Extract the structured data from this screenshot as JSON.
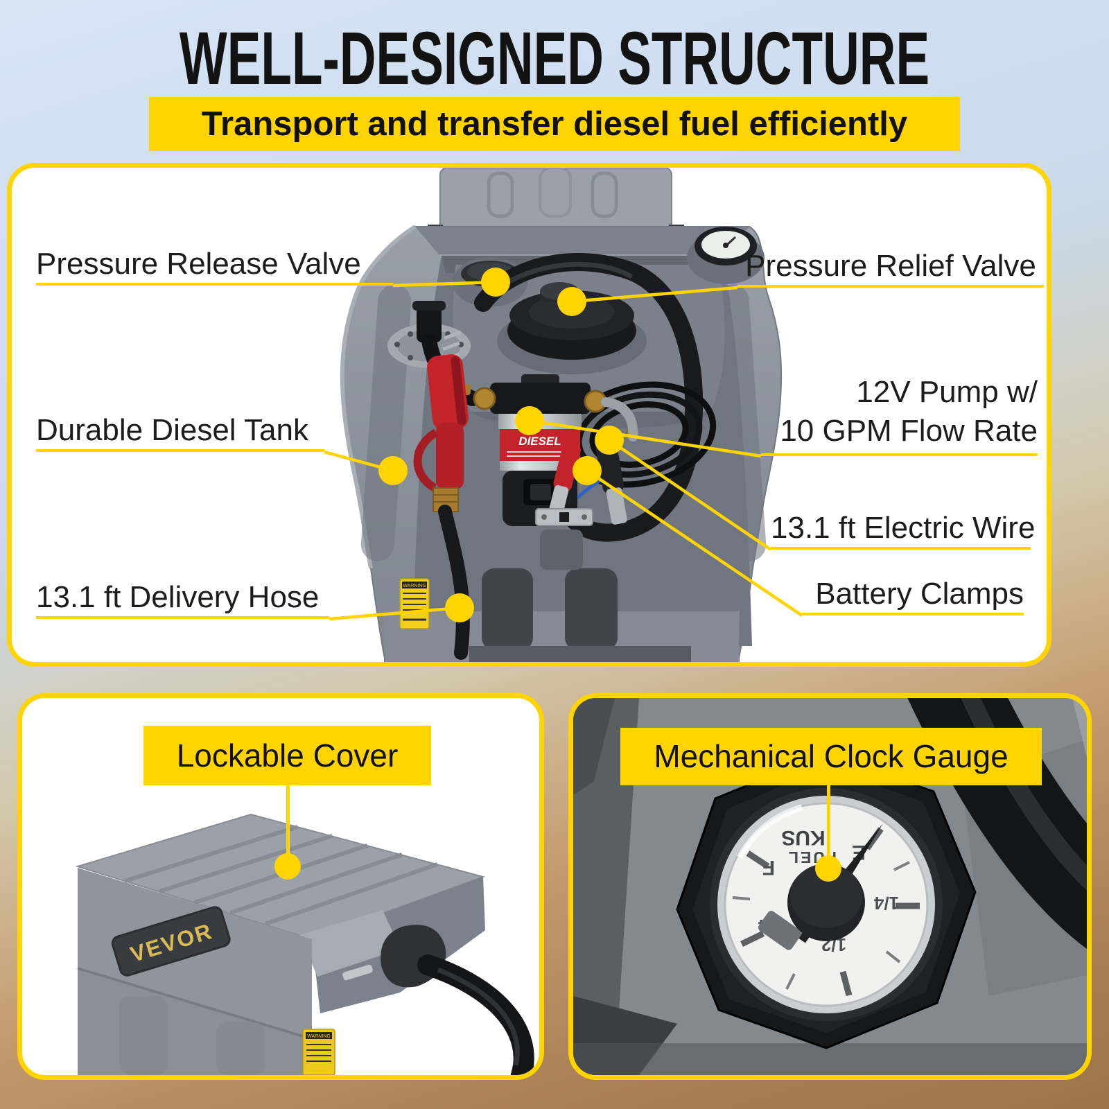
{
  "header": {
    "title": "WELL-DESIGNED STRUCTURE",
    "subtitle": "Transport and transfer diesel fuel efficiently"
  },
  "colors": {
    "accent_yellow": "#FFD400",
    "panel_background": "#FFFFFF",
    "text": "#111111",
    "tank_grey": "#8B929B",
    "pump_red": "#C4232B",
    "background_top": "#D6E4F4",
    "background_bottom": "#9D744A"
  },
  "main_panel": {
    "callouts": {
      "pressure_release_valve": "Pressure Release Valve",
      "pressure_relief_valve": "Pressure Relief Valve",
      "durable_diesel_tank": "Durable Diesel Tank",
      "pump_line1": "12V Pump w/",
      "pump_line2": "10 GPM Flow Rate",
      "electric_wire": "13.1 ft Electric Wire",
      "delivery_hose": "13.1 ft Delivery Hose",
      "battery_clamps": "Battery Clamps"
    },
    "stickers": {
      "warning": "WARNING",
      "pump_label": "DIESEL"
    }
  },
  "bottom_left_panel": {
    "label": "Lockable Cover",
    "brand_badge": "VEVOR"
  },
  "bottom_right_panel": {
    "label": "Mechanical Clock Gauge",
    "gauge": {
      "brand": "KUS",
      "dial_label": "FUEL",
      "empty": "E",
      "full": "F",
      "quarter": "1/4",
      "half": "1/2",
      "three_quarter": "3/4"
    }
  }
}
